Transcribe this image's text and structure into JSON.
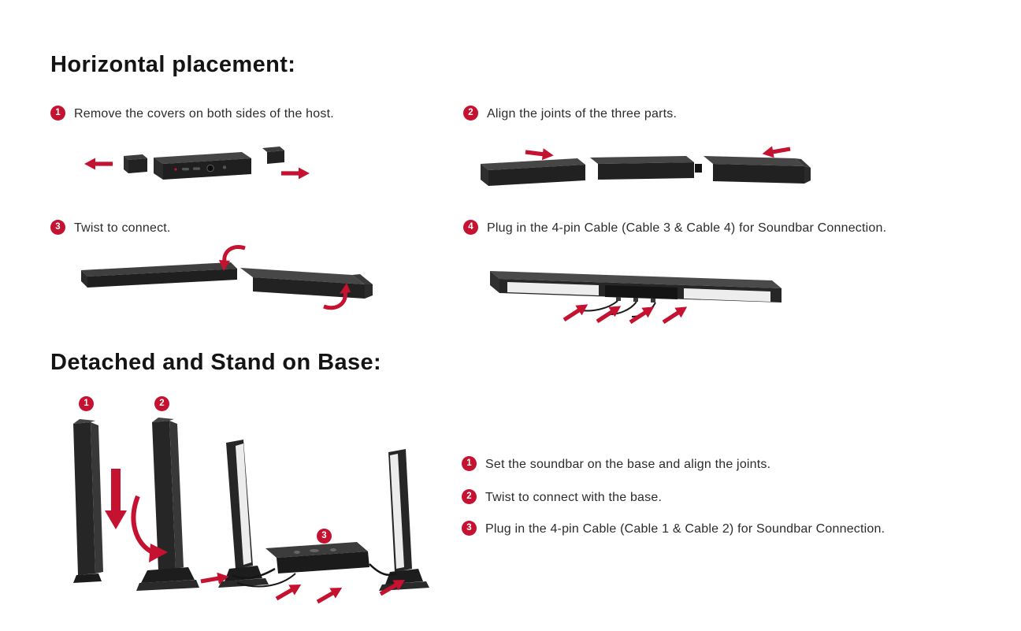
{
  "page": {
    "background": "#ffffff",
    "accent_red": "#c51230",
    "text_color": "#2b2b2b"
  },
  "horizontal_section": {
    "title": "Horizontal placement:",
    "steps": [
      {
        "num": "1",
        "text": "Remove the covers on both sides of the host."
      },
      {
        "num": "2",
        "text": "Align the joints of the three parts."
      },
      {
        "num": "3",
        "text": "Twist to connect."
      },
      {
        "num": "4",
        "text": "Plug in the 4-pin Cable (Cable 3 & Cable 4) for Soundbar Connection."
      }
    ]
  },
  "stand_section": {
    "title": "Detached and Stand on Base:",
    "diagram_badges": [
      "1",
      "2",
      "3"
    ],
    "steps": [
      {
        "num": "1",
        "text": "Set the soundbar on the base and align the joints."
      },
      {
        "num": "2",
        "text": "Twist to connect with the base."
      },
      {
        "num": "3",
        "text": "Plug in the 4-pin Cable (Cable 1 & Cable 2) for Soundbar Connection."
      }
    ]
  }
}
